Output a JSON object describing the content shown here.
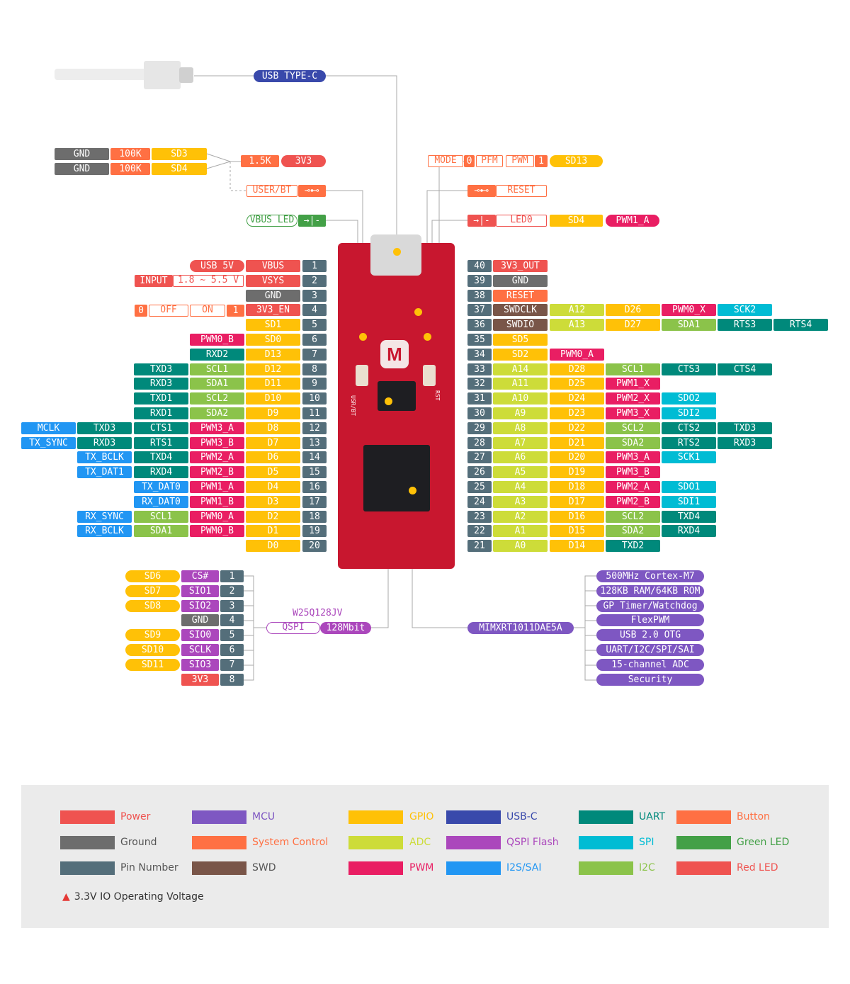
{
  "colors": {
    "power": "#ef5350",
    "ground": "#6d6d6d",
    "pinnum": "#546e7a",
    "mcu": "#7e57c2",
    "sysctl": "#ff7043",
    "swd": "#795548",
    "gpio": "#ffc107",
    "adc": "#cddc39",
    "pwm": "#e91e63",
    "usbc": "#3949ab",
    "qspi": "#ab47bc",
    "i2s": "#2196f3",
    "uart": "#00897b",
    "spi": "#00bcd4",
    "i2c": "#8bc34a",
    "button": "#ff7043",
    "greenled": "#43a047",
    "redled": "#ef5350"
  },
  "top": {
    "usb_cable_label": "USB TYPE-C",
    "mode_label": "MODE",
    "mode_zero": "0",
    "mode_pfm": "PFM",
    "mode_pwm": "PWM",
    "mode_one": "1",
    "mode_sd13": "SD13",
    "gnd1": "GND",
    "r100k1": "100K",
    "sd3": "SD3",
    "gnd2": "GND",
    "r100k2": "100K",
    "sd4": "SD4",
    "r15k": "1.5K",
    "v3v3": "3V3",
    "user_bt": "USER/BT",
    "reset": "RESET",
    "vbus_led": "VBUS LED",
    "led0": "LED0",
    "led0_sd4": "SD4",
    "led0_pwm": "PWM1_A",
    "usb5v": "USB 5V",
    "input": "INPUT",
    "input_range": "1.8 ~ 5.5 V",
    "en_zero": "0",
    "en_off": "OFF",
    "en_on": "ON",
    "en_one": "1"
  },
  "board": {
    "logo": "M",
    "silk_usr": "USR/BT",
    "silk_rst": "RST"
  },
  "left_pins": [
    {
      "n": "1",
      "l": [
        {
          "t": "VBUS",
          "c": "power"
        }
      ]
    },
    {
      "n": "2",
      "l": [
        {
          "t": "VSYS",
          "c": "power"
        }
      ]
    },
    {
      "n": "3",
      "l": [
        {
          "t": "GND",
          "c": "ground"
        }
      ]
    },
    {
      "n": "4",
      "l": [
        {
          "t": "3V3_EN",
          "c": "power"
        }
      ]
    },
    {
      "n": "5",
      "l": [
        {
          "t": "SD1",
          "c": "gpio"
        }
      ]
    },
    {
      "n": "6",
      "l": [
        {
          "t": "SD0",
          "c": "gpio"
        },
        {
          "t": "PWM0_B",
          "c": "pwm"
        }
      ]
    },
    {
      "n": "7",
      "l": [
        {
          "t": "D13",
          "c": "gpio"
        },
        {
          "t": "RXD2",
          "c": "uart"
        }
      ]
    },
    {
      "n": "8",
      "l": [
        {
          "t": "D12",
          "c": "gpio"
        },
        {
          "t": "SCL1",
          "c": "i2c"
        },
        {
          "t": "TXD3",
          "c": "uart"
        }
      ]
    },
    {
      "n": "9",
      "l": [
        {
          "t": "D11",
          "c": "gpio"
        },
        {
          "t": "SDA1",
          "c": "i2c"
        },
        {
          "t": "RXD3",
          "c": "uart"
        }
      ]
    },
    {
      "n": "10",
      "l": [
        {
          "t": "D10",
          "c": "gpio"
        },
        {
          "t": "SCL2",
          "c": "i2c"
        },
        {
          "t": "TXD1",
          "c": "uart"
        }
      ]
    },
    {
      "n": "11",
      "l": [
        {
          "t": "D9",
          "c": "gpio"
        },
        {
          "t": "SDA2",
          "c": "i2c"
        },
        {
          "t": "RXD1",
          "c": "uart"
        }
      ]
    },
    {
      "n": "12",
      "l": [
        {
          "t": "D8",
          "c": "gpio"
        },
        {
          "t": "PWM3_A",
          "c": "pwm"
        },
        {
          "t": "CTS1",
          "c": "uart"
        },
        {
          "t": "TXD3",
          "c": "uart"
        },
        {
          "t": "MCLK",
          "c": "i2s"
        }
      ]
    },
    {
      "n": "13",
      "l": [
        {
          "t": "D7",
          "c": "gpio"
        },
        {
          "t": "PWM3_B",
          "c": "pwm"
        },
        {
          "t": "RTS1",
          "c": "uart"
        },
        {
          "t": "RXD3",
          "c": "uart"
        },
        {
          "t": "TX_SYNC",
          "c": "i2s"
        }
      ]
    },
    {
      "n": "14",
      "l": [
        {
          "t": "D6",
          "c": "gpio"
        },
        {
          "t": "PWM2_A",
          "c": "pwm"
        },
        {
          "t": "TXD4",
          "c": "uart"
        },
        {
          "t": "TX_BCLK",
          "c": "i2s"
        }
      ]
    },
    {
      "n": "15",
      "l": [
        {
          "t": "D5",
          "c": "gpio"
        },
        {
          "t": "PWM2_B",
          "c": "pwm"
        },
        {
          "t": "RXD4",
          "c": "uart"
        },
        {
          "t": "TX_DAT1",
          "c": "i2s"
        }
      ]
    },
    {
      "n": "16",
      "l": [
        {
          "t": "D4",
          "c": "gpio"
        },
        {
          "t": "PWM1_A",
          "c": "pwm"
        },
        {
          "t": "TX_DAT0",
          "c": "i2s"
        }
      ]
    },
    {
      "n": "17",
      "l": [
        {
          "t": "D3",
          "c": "gpio"
        },
        {
          "t": "PWM1_B",
          "c": "pwm"
        },
        {
          "t": "RX_DAT0",
          "c": "i2s"
        }
      ]
    },
    {
      "n": "18",
      "l": [
        {
          "t": "D2",
          "c": "gpio"
        },
        {
          "t": "PWM0_A",
          "c": "pwm"
        },
        {
          "t": "SCL1",
          "c": "i2c"
        },
        {
          "t": "RX_SYNC",
          "c": "i2s"
        }
      ]
    },
    {
      "n": "19",
      "l": [
        {
          "t": "D1",
          "c": "gpio"
        },
        {
          "t": "PWM0_B",
          "c": "pwm"
        },
        {
          "t": "SDA1",
          "c": "i2c"
        },
        {
          "t": "RX_BCLK",
          "c": "i2s"
        }
      ]
    },
    {
      "n": "20",
      "l": [
        {
          "t": "D0",
          "c": "gpio"
        }
      ]
    }
  ],
  "right_pins": [
    {
      "n": "40",
      "l": [
        {
          "t": "3V3_OUT",
          "c": "power"
        }
      ]
    },
    {
      "n": "39",
      "l": [
        {
          "t": "GND",
          "c": "ground"
        }
      ]
    },
    {
      "n": "38",
      "l": [
        {
          "t": "RESET",
          "c": "sysctl"
        }
      ]
    },
    {
      "n": "37",
      "l": [
        {
          "t": "SWDCLK",
          "c": "swd"
        },
        {
          "t": "A12",
          "c": "adc"
        },
        {
          "t": "D26",
          "c": "gpio"
        },
        {
          "t": "PWM0_X",
          "c": "pwm"
        },
        {
          "t": "SCK2",
          "c": "spi"
        }
      ]
    },
    {
      "n": "36",
      "l": [
        {
          "t": "SWDIO",
          "c": "swd"
        },
        {
          "t": "A13",
          "c": "adc"
        },
        {
          "t": "D27",
          "c": "gpio"
        },
        {
          "t": "SDA1",
          "c": "i2c"
        },
        {
          "t": "RTS3",
          "c": "uart"
        },
        {
          "t": "RTS4",
          "c": "uart"
        }
      ]
    },
    {
      "n": "35",
      "l": [
        {
          "t": "SD5",
          "c": "gpio"
        }
      ]
    },
    {
      "n": "34",
      "l": [
        {
          "t": "SD2",
          "c": "gpio"
        },
        {
          "t": "PWM0_A",
          "c": "pwm"
        }
      ]
    },
    {
      "n": "33",
      "l": [
        {
          "t": "A14",
          "c": "adc"
        },
        {
          "t": "D28",
          "c": "gpio"
        },
        {
          "t": "SCL1",
          "c": "i2c"
        },
        {
          "t": "CTS3",
          "c": "uart"
        },
        {
          "t": "CTS4",
          "c": "uart"
        }
      ]
    },
    {
      "n": "32",
      "l": [
        {
          "t": "A11",
          "c": "adc"
        },
        {
          "t": "D25",
          "c": "gpio"
        },
        {
          "t": "PWM1_X",
          "c": "pwm"
        }
      ]
    },
    {
      "n": "31",
      "l": [
        {
          "t": "A10",
          "c": "adc"
        },
        {
          "t": "D24",
          "c": "gpio"
        },
        {
          "t": "PWM2_X",
          "c": "pwm"
        },
        {
          "t": "SDO2",
          "c": "spi"
        }
      ]
    },
    {
      "n": "30",
      "l": [
        {
          "t": "A9",
          "c": "adc"
        },
        {
          "t": "D23",
          "c": "gpio"
        },
        {
          "t": "PWM3_X",
          "c": "pwm"
        },
        {
          "t": "SDI2",
          "c": "spi"
        }
      ]
    },
    {
      "n": "29",
      "l": [
        {
          "t": "A8",
          "c": "adc"
        },
        {
          "t": "D22",
          "c": "gpio"
        },
        {
          "t": "SCL2",
          "c": "i2c"
        },
        {
          "t": "CTS2",
          "c": "uart"
        },
        {
          "t": "TXD3",
          "c": "uart"
        }
      ]
    },
    {
      "n": "28",
      "l": [
        {
          "t": "A7",
          "c": "adc"
        },
        {
          "t": "D21",
          "c": "gpio"
        },
        {
          "t": "SDA2",
          "c": "i2c"
        },
        {
          "t": "RTS2",
          "c": "uart"
        },
        {
          "t": "RXD3",
          "c": "uart"
        }
      ]
    },
    {
      "n": "27",
      "l": [
        {
          "t": "A6",
          "c": "adc"
        },
        {
          "t": "D20",
          "c": "gpio"
        },
        {
          "t": "PWM3_A",
          "c": "pwm"
        },
        {
          "t": "SCK1",
          "c": "spi"
        }
      ]
    },
    {
      "n": "26",
      "l": [
        {
          "t": "A5",
          "c": "adc"
        },
        {
          "t": "D19",
          "c": "gpio"
        },
        {
          "t": "PWM3_B",
          "c": "pwm"
        }
      ]
    },
    {
      "n": "25",
      "l": [
        {
          "t": "A4",
          "c": "adc"
        },
        {
          "t": "D18",
          "c": "gpio"
        },
        {
          "t": "PWM2_A",
          "c": "pwm"
        },
        {
          "t": "SDO1",
          "c": "spi"
        }
      ]
    },
    {
      "n": "24",
      "l": [
        {
          "t": "A3",
          "c": "adc"
        },
        {
          "t": "D17",
          "c": "gpio"
        },
        {
          "t": "PWM2_B",
          "c": "pwm"
        },
        {
          "t": "SDI1",
          "c": "spi"
        }
      ]
    },
    {
      "n": "23",
      "l": [
        {
          "t": "A2",
          "c": "adc"
        },
        {
          "t": "D16",
          "c": "gpio"
        },
        {
          "t": "SCL2",
          "c": "i2c"
        },
        {
          "t": "TXD4",
          "c": "uart"
        }
      ]
    },
    {
      "n": "22",
      "l": [
        {
          "t": "A1",
          "c": "adc"
        },
        {
          "t": "D15",
          "c": "gpio"
        },
        {
          "t": "SDA2",
          "c": "i2c"
        },
        {
          "t": "RXD4",
          "c": "uart"
        }
      ]
    },
    {
      "n": "21",
      "l": [
        {
          "t": "A0",
          "c": "adc"
        },
        {
          "t": "D14",
          "c": "gpio"
        },
        {
          "t": "TXD2",
          "c": "uart"
        }
      ]
    }
  ],
  "flash": {
    "part": "W25Q128JV",
    "qspi": "QSPI",
    "size": "128Mbit",
    "pins": [
      {
        "n": "1",
        "f": "CS#",
        "s": "SD6"
      },
      {
        "n": "2",
        "f": "SIO1",
        "s": "SD7"
      },
      {
        "n": "3",
        "f": "SIO2",
        "s": "SD8"
      },
      {
        "n": "4",
        "f": "GND",
        "s": ""
      },
      {
        "n": "5",
        "f": "SIO0",
        "s": "SD9"
      },
      {
        "n": "6",
        "f": "SCLK",
        "s": "SD10"
      },
      {
        "n": "7",
        "f": "SIO3",
        "s": "SD11"
      },
      {
        "n": "8",
        "f": "3V3",
        "s": ""
      }
    ]
  },
  "mcu": {
    "part": "MIMXRT1011DAE5A",
    "features": [
      "500MHz Cortex-M7",
      "128KB RAM/64KB ROM",
      "GP Timer/Watchdog",
      "FlexPWM",
      "USB 2.0 OTG",
      "UART/I2C/SPI/SAI",
      "15-channel ADC",
      "Security"
    ]
  },
  "legend": {
    "items": [
      {
        "label": "Power",
        "c": "power"
      },
      {
        "label": "Ground",
        "c": "ground"
      },
      {
        "label": "Pin Number",
        "c": "pinnum"
      },
      {
        "label": "MCU",
        "c": "mcu"
      },
      {
        "label": "System Control",
        "c": "sysctl"
      },
      {
        "label": "SWD",
        "c": "swd"
      },
      {
        "label": "GPIO",
        "c": "gpio"
      },
      {
        "label": "ADC",
        "c": "adc"
      },
      {
        "label": "PWM",
        "c": "pwm"
      },
      {
        "label": "USB-C",
        "c": "usbc"
      },
      {
        "label": "QSPI Flash",
        "c": "qspi"
      },
      {
        "label": "I2S/SAI",
        "c": "i2s"
      },
      {
        "label": "UART",
        "c": "uart"
      },
      {
        "label": "SPI",
        "c": "spi"
      },
      {
        "label": "I2C",
        "c": "i2c"
      },
      {
        "label": "Button",
        "c": "button"
      },
      {
        "label": "Green LED",
        "c": "greenled"
      },
      {
        "label": "Red LED",
        "c": "redled"
      }
    ],
    "warning": "3.3V IO Operating Voltage"
  }
}
